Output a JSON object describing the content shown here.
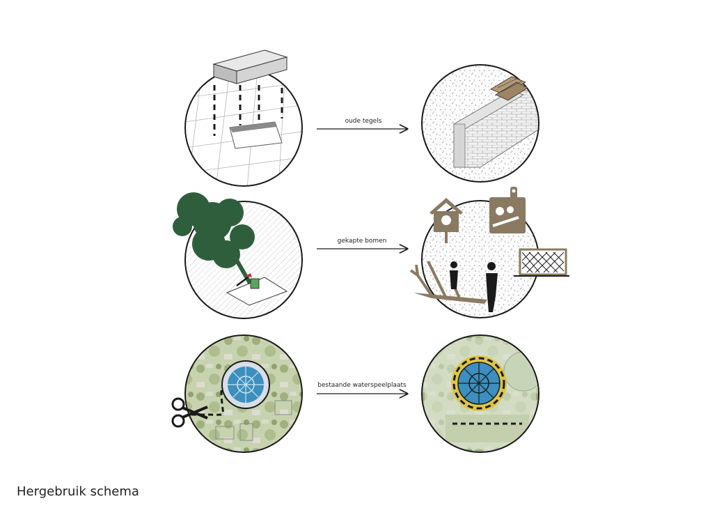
{
  "diagram": {
    "rows": [
      {
        "label": "oude tegels",
        "from": "paving-tiles",
        "to": "brick-wall"
      },
      {
        "label": "gekapte bomen",
        "from": "felled-tree",
        "to": "reused-wood-objects"
      },
      {
        "label": "bestaande waterspeelplaats",
        "from": "cut-water-playground",
        "to": "relocated-water-playground"
      }
    ]
  },
  "caption": "Hergebruik schema",
  "colors": {
    "outline": "#1a1a1a",
    "tree_green": "#2f5e3c",
    "wood_brown": "#8a7a62",
    "water_blue": "#3c8fbe",
    "water_rim": "#e0c23a",
    "aerial_green": "#b9c79a"
  }
}
